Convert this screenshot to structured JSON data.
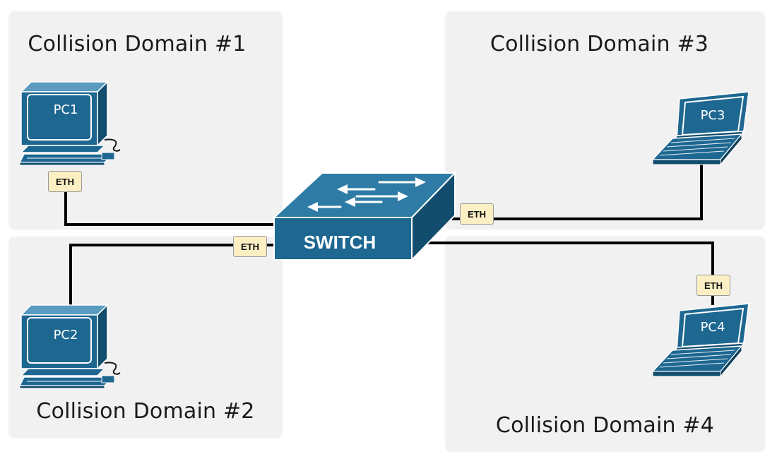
{
  "domains": [
    {
      "title": "Collision Domain #1"
    },
    {
      "title": "Collision Domain #2"
    },
    {
      "title": "Collision Domain #3"
    },
    {
      "title": "Collision Domain #4"
    }
  ],
  "switch": {
    "label": "SWITCH"
  },
  "devices": [
    {
      "label": "PC1",
      "type": "desktop"
    },
    {
      "label": "PC2",
      "type": "desktop"
    },
    {
      "label": "PC3",
      "type": "laptop"
    },
    {
      "label": "PC4",
      "type": "laptop"
    }
  ],
  "ports": {
    "label": "ETH"
  },
  "colors": {
    "device_blue": "#1d6791",
    "device_light": "#5a9cc0",
    "switch_top": "#2e7ca6",
    "eth_fill": "#fcefc4",
    "panel": "#f1f1f1",
    "cable": "#000000"
  }
}
